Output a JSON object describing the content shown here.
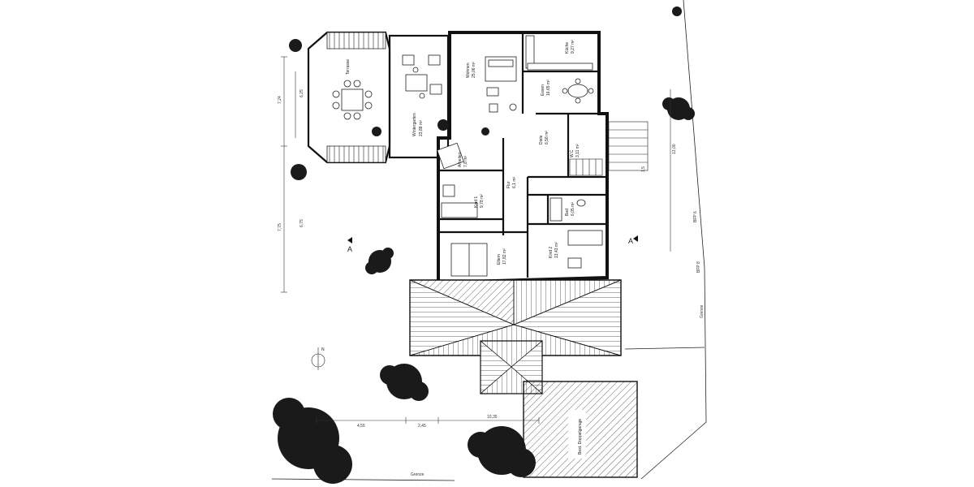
{
  "rooms": {
    "terrasse": "Terrasse",
    "wintergarten": "Wintergarten",
    "wintergarten_area": "23,88 m²",
    "wohnen": "Wohnen",
    "wohnen_area": "25,06 m²",
    "kueche": "Küche",
    "kueche_area": "9,27 m²",
    "essen": "Essen",
    "essen_area": "16,65 m²",
    "arbeiten": "Arbeiten",
    "arbeiten_area": "7,8 m²",
    "diele": "Diele",
    "diele_area": "6,58 m²",
    "wc": "W.C",
    "wc_area": "3,11 m²",
    "flur": "Flur",
    "flur_area": "6,1 m²",
    "kind1": "Kind 1",
    "kind1_area": "9,78 m²",
    "bad": "Bad",
    "bad_area": "6,05 m²",
    "eltern": "Eltern",
    "eltern_area": "17,82 m²",
    "kind2": "Kind 2",
    "kind2_area": "13,43 m²",
    "garage": "Best. Doppelgarage"
  },
  "dimensions": {
    "d1": "7,24",
    "d2": "6,25",
    "d3": "7,75",
    "d4": "6,75",
    "d5": "13,00",
    "d6": "4,55",
    "d7": "2,45",
    "d8": "10,35"
  },
  "markers": {
    "section": "A",
    "north": "N",
    "grenze_bottom": "Grenze",
    "grenze_right": "Grenze",
    "stair": "1,5",
    "grenze_mark_1": "BFP 6",
    "grenze_mark_2": "BFP 8"
  }
}
